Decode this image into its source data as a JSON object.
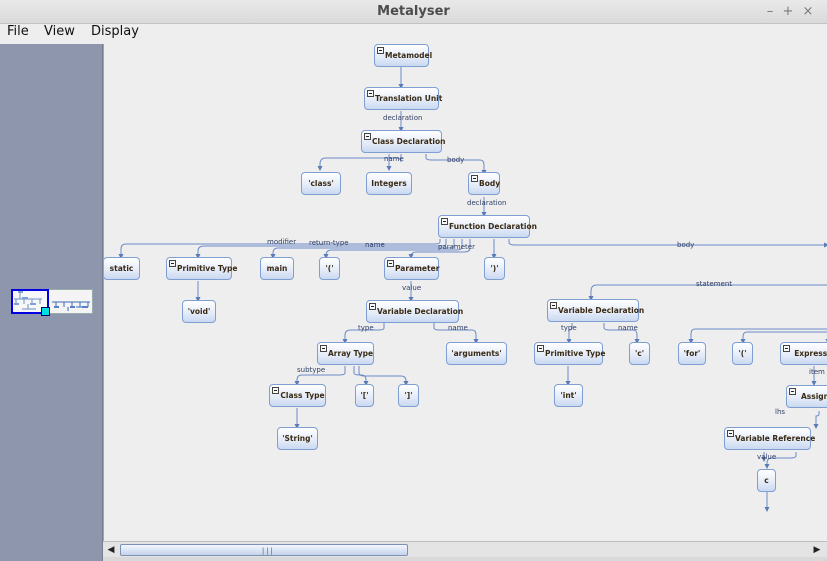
{
  "window": {
    "title": "Metalyser",
    "minimize": "–",
    "maximize": "+",
    "close": "×"
  },
  "menu": [
    "File",
    "View",
    "Display"
  ],
  "tree": {
    "nodes": [
      {
        "id": "metamodel",
        "label": "Metamodel",
        "toggle": true
      },
      {
        "id": "translation-unit",
        "label": "Translation Unit",
        "toggle": true
      },
      {
        "id": "class-declaration",
        "label": "Class Declaration",
        "toggle": true
      },
      {
        "id": "class-kw",
        "label": "'class'",
        "toggle": false
      },
      {
        "id": "integers",
        "label": "Integers",
        "toggle": false
      },
      {
        "id": "body",
        "label": "Body",
        "toggle": true
      },
      {
        "id": "function-declaration",
        "label": "Function Declaration",
        "toggle": true
      },
      {
        "id": "static",
        "label": "static",
        "toggle": false
      },
      {
        "id": "primitive-type-1",
        "label": "Primitive Type",
        "toggle": true
      },
      {
        "id": "main",
        "label": "main",
        "toggle": false
      },
      {
        "id": "lparen-1",
        "label": "'('",
        "toggle": false
      },
      {
        "id": "parameter",
        "label": "Parameter",
        "toggle": true
      },
      {
        "id": "rparen-1",
        "label": "')'",
        "toggle": false
      },
      {
        "id": "void",
        "label": "'void'",
        "toggle": false
      },
      {
        "id": "variable-declaration-1",
        "label": "Variable Declaration",
        "toggle": true
      },
      {
        "id": "array-type",
        "label": "Array Type",
        "toggle": true
      },
      {
        "id": "arguments",
        "label": "'arguments'",
        "toggle": false
      },
      {
        "id": "class-type",
        "label": "Class Type",
        "toggle": true
      },
      {
        "id": "lbracket",
        "label": "'['",
        "toggle": false
      },
      {
        "id": "rbracket",
        "label": "']'",
        "toggle": false
      },
      {
        "id": "string",
        "label": "'String'",
        "toggle": false
      },
      {
        "id": "variable-declaration-2",
        "label": "Variable Declaration",
        "toggle": true
      },
      {
        "id": "primitive-type-2",
        "label": "Primitive Type",
        "toggle": true
      },
      {
        "id": "c-name",
        "label": "'c'",
        "toggle": false
      },
      {
        "id": "int",
        "label": "'int'",
        "toggle": false
      },
      {
        "id": "for",
        "label": "'for'",
        "toggle": false
      },
      {
        "id": "lparen-2",
        "label": "'('",
        "toggle": false
      },
      {
        "id": "expression",
        "label": "Expressi",
        "toggle": true
      },
      {
        "id": "assignment",
        "label": "Assign",
        "toggle": true
      },
      {
        "id": "variable-reference",
        "label": "Variable Reference",
        "toggle": true
      },
      {
        "id": "c-value",
        "label": "c",
        "toggle": false
      }
    ],
    "edge_labels": {
      "declaration-1": "declaration",
      "name-1": "name",
      "body-1": "body",
      "declaration-2": "declaration",
      "modifier": "modifier",
      "return-type": "return-type",
      "name-2": "name",
      "parameter": "parameter",
      "body-2": "body",
      "value-1": "value",
      "statement": "statement",
      "type-1": "type",
      "name-3": "name",
      "type-2": "type",
      "name-4": "name",
      "subtype": "subtype",
      "item": "item",
      "lhs": "lhs",
      "value-2": "value"
    }
  },
  "overview": {
    "map": "overview-map"
  },
  "scrollbar": {
    "left_arrow": "◀",
    "right_arrow": "▶",
    "grip": "|||"
  }
}
